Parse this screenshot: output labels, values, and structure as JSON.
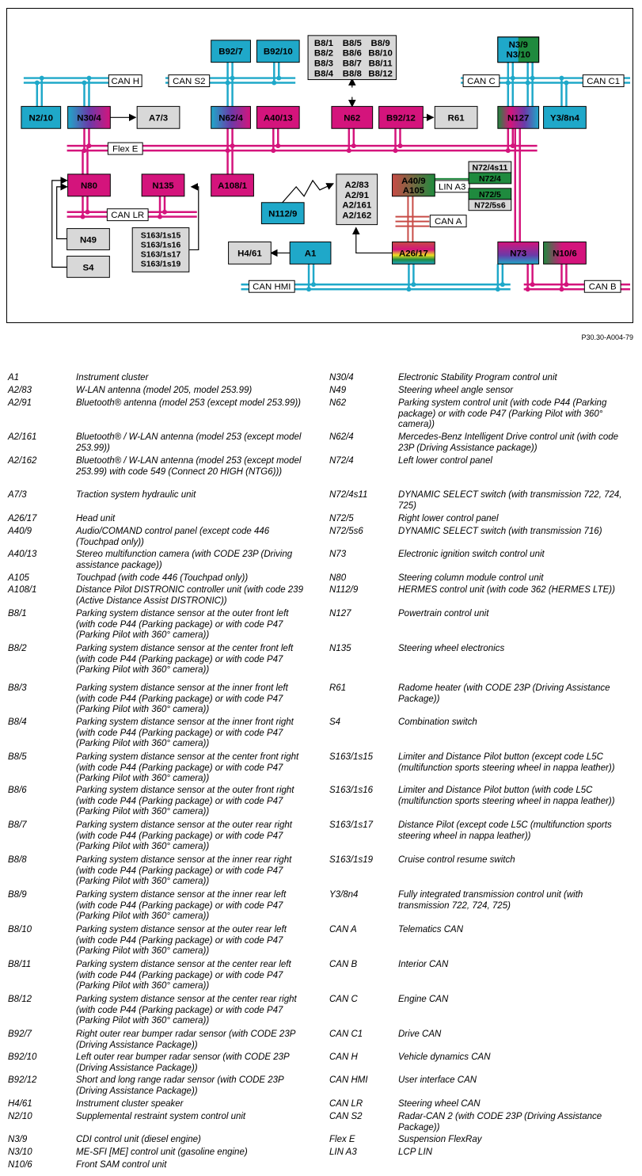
{
  "diagram": {
    "reference": "P30.30-A004-79",
    "bus_labels": {
      "can_h": "CAN H",
      "can_s2": "CAN S2",
      "can_c": "CAN C",
      "can_c1": "CAN C1",
      "flex_e": "Flex E",
      "can_lr": "CAN LR",
      "lin_a3": "LIN A3",
      "can_a": "CAN A",
      "can_hmi": "CAN HMI",
      "can_b": "CAN B"
    },
    "modules": {
      "b92_7": "B92/7",
      "b92_10": "B92/10",
      "n3_9": "N3/9",
      "n3_10": "N3/10",
      "n2_10": "N2/10",
      "n30_4": "N30/4",
      "a7_3": "A7/3",
      "n62_4": "N62/4",
      "a40_13": "A40/13",
      "n62": "N62",
      "b92_12": "B92/12",
      "r61": "R61",
      "n127": "N127",
      "y3_8n4": "Y3/8n4",
      "n80": "N80",
      "n135": "N135",
      "a108_1": "A108/1",
      "a40_9": "A40/9",
      "a105": "A105",
      "n72_4s11": "N72/4s11",
      "n72_4": "N72/4",
      "n72_5": "N72/5",
      "n72_5s6": "N72/5s6",
      "n49": "N49",
      "s4": "S4",
      "n112_9": "N112/9",
      "h4_61": "H4/61",
      "a1": "A1",
      "a26_17": "A26/17",
      "n73": "N73",
      "n10_6": "N10/6"
    },
    "b8_grid": [
      "B8/1",
      "B8/5",
      "B8/9",
      "B8/2",
      "B8/6",
      "B8/10",
      "B8/3",
      "B8/7",
      "B8/11",
      "B8/4",
      "B8/8",
      "B8/12"
    ],
    "s163_list": [
      "S163/1s15",
      "S163/1s16",
      "S163/1s17",
      "S163/1s19"
    ],
    "a2_list": [
      "A2/83",
      "A2/91",
      "A2/161",
      "A2/162"
    ],
    "colors": {
      "can_blue": "#1fa8c9",
      "flex_magenta": "#d4147c",
      "lin_green": "#1f8a3e",
      "can_red": "#c84b46",
      "grey_box": "#d8d8d8"
    }
  },
  "legend": {
    "left": [
      {
        "code": "A1",
        "desc": "Instrument cluster"
      },
      {
        "code": "A2/83",
        "desc": "W-LAN antenna (model 205, model 253.99)"
      },
      {
        "code": "A2/91",
        "desc": "Bluetooth® antenna (model 253 (except model 253.99))"
      },
      {
        "code": "A2/161",
        "desc": "Bluetooth® / W-LAN antenna (model 253 (except model 253.99))"
      },
      {
        "code": "A2/162",
        "desc": "Bluetooth® / W-LAN antenna (model 253 (except model 253.99) with code 549 (Connect 20 HIGH (NTG6)))"
      },
      {
        "code": "A7/3",
        "desc": "Traction system hydraulic unit"
      },
      {
        "code": "A26/17",
        "desc": "Head unit"
      },
      {
        "code": "A40/9",
        "desc": "Audio/COMAND control panel (except code 446 (Touchpad only))"
      },
      {
        "code": "A40/13",
        "desc": "Stereo multifunction camera (with CODE 23P (Driving assistance package))"
      },
      {
        "code": "A105",
        "desc": "Touchpad (with code 446 (Touchpad only))"
      },
      {
        "code": "A108/1",
        "desc": "Distance Pilot DISTRONIC controller unit (with code 239 (Active Distance Assist DISTRONIC))"
      },
      {
        "code": "B8/1",
        "desc": "Parking system distance sensor at the outer front left (with code P44 (Parking package) or with code P47 (Parking Pilot with 360° camera))"
      },
      {
        "code": "B8/2",
        "desc": "Parking system distance sensor at the center front left (with code P44 (Parking package) or with code P47 (Parking Pilot with 360° camera))"
      },
      {
        "code": "B8/3",
        "desc": "Parking system distance sensor at the inner front left (with code P44 (Parking package) or with code P47 (Parking Pilot with 360° camera))"
      },
      {
        "code": "B8/4",
        "desc": "Parking system distance sensor at the inner front right (with code P44 (Parking package) or with code P47 (Parking Pilot with 360° camera))"
      },
      {
        "code": "B8/5",
        "desc": "Parking system distance sensor at the center front right (with code P44 (Parking package) or with code P47 (Parking Pilot with 360° camera))"
      },
      {
        "code": "B8/6",
        "desc": "Parking system distance sensor at the outer front right (with code P44 (Parking package) or with code P47 (Parking Pilot with 360° camera))"
      },
      {
        "code": "B8/7",
        "desc": "Parking system distance sensor at the outer rear right (with code P44 (Parking package) or with code P47 (Parking Pilot with 360° camera))"
      },
      {
        "code": "B8/8",
        "desc": "Parking system distance sensor at the inner rear right (with code P44 (Parking package) or with code P47 (Parking Pilot with 360° camera))"
      },
      {
        "code": "B8/9",
        "desc": "Parking system distance sensor at the inner rear left (with code P44 (Parking package) or with code P47 (Parking Pilot with 360° camera))"
      },
      {
        "code": "B8/10",
        "desc": "Parking system distance sensor at the outer rear left (with code P44 (Parking package) or with code P47 (Parking Pilot with 360° camera))"
      },
      {
        "code": "B8/11",
        "desc": "Parking system distance sensor at the center rear left (with code P44 (Parking package) or with code P47 (Parking Pilot with 360° camera))"
      },
      {
        "code": "B8/12",
        "desc": "Parking system distance sensor at the center rear right (with code P44 (Parking package) or with code P47 (Parking Pilot with 360° camera))"
      },
      {
        "code": "B92/7",
        "desc": "Right outer rear bumper radar sensor (with CODE 23P (Driving Assistance Package))"
      },
      {
        "code": "B92/10",
        "desc": "Left outer rear bumper radar sensor (with CODE 23P (Driving Assistance Package))"
      },
      {
        "code": "B92/12",
        "desc": "Short and long range radar sensor (with CODE 23P (Driving Assistance Package))"
      },
      {
        "code": "H4/61",
        "desc": "Instrument cluster speaker"
      },
      {
        "code": "N2/10",
        "desc": "Supplemental restraint system control unit"
      },
      {
        "code": "N3/9",
        "desc": "CDI control unit (diesel engine)"
      },
      {
        "code": "N3/10",
        "desc": "ME-SFI [ME] control unit (gasoline engine)"
      },
      {
        "code": "N10/6",
        "desc": "Front SAM control unit"
      }
    ],
    "right": [
      {
        "code": "N30/4",
        "desc": "Electronic Stability Program control unit"
      },
      {
        "code": "N49",
        "desc": "Steering wheel angle sensor"
      },
      {
        "code": "N62",
        "desc": "Parking system control unit (with code P44 (Parking package) or with code P47 (Parking Pilot with 360° camera))"
      },
      {
        "code": "N62/4",
        "desc": "Mercedes-Benz Intelligent Drive control unit (with code 23P (Driving Assistance package))"
      },
      {
        "code": "N72/4",
        "desc": "Left lower control panel"
      },
      {
        "code": "N72/4s11",
        "desc": "DYNAMIC SELECT switch (with transmission 722, 724, 725)"
      },
      {
        "code": "N72/5",
        "desc": "Right lower control panel"
      },
      {
        "code": "N72/5s6",
        "desc": "DYNAMIC SELECT switch (with transmission 716)"
      },
      {
        "code": "N73",
        "desc": "Electronic ignition switch control unit"
      },
      {
        "code": "N80",
        "desc": "Steering column module control unit"
      },
      {
        "code": "N112/9",
        "desc": "HERMES control unit (with code 362 (HERMES LTE))"
      },
      {
        "code": "N127",
        "desc": "Powertrain control unit"
      },
      {
        "code": "N135",
        "desc": "Steering wheel electronics"
      },
      {
        "code": "R61",
        "desc": "Radome heater (with CODE 23P (Driving Assistance Package))"
      },
      {
        "code": "S4",
        "desc": "Combination switch"
      },
      {
        "code": "S163/1s15",
        "desc": "Limiter and Distance Pilot button (except code L5C (multifunction sports steering wheel in nappa leather))"
      },
      {
        "code": "S163/1s16",
        "desc": "Limiter and Distance Pilot button (with code L5C (multifunction sports steering wheel in nappa leather))"
      },
      {
        "code": "S163/1s17",
        "desc": "Distance Pilot (except code L5C (multifunction sports steering wheel in nappa leather))"
      },
      {
        "code": "S163/1s19",
        "desc": "Cruise control resume switch"
      },
      {
        "code": "Y3/8n4",
        "desc": "Fully integrated transmission control unit (with transmission 722, 724, 725)"
      },
      {
        "code": "CAN A",
        "desc": "Telematics CAN"
      },
      {
        "code": "CAN B",
        "desc": "Interior CAN"
      },
      {
        "code": "CAN C",
        "desc": "Engine CAN"
      },
      {
        "code": "CAN C1",
        "desc": "Drive CAN"
      },
      {
        "code": "CAN H",
        "desc": "Vehicle dynamics CAN"
      },
      {
        "code": "CAN HMI",
        "desc": "User interface CAN"
      },
      {
        "code": "CAN LR",
        "desc": "Steering wheel CAN"
      },
      {
        "code": "CAN S2",
        "desc": "Radar-CAN 2 (with CODE 23P (Driving Assistance Package))"
      },
      {
        "code": "Flex E",
        "desc": "Suspension FlexRay"
      },
      {
        "code": "LIN A3",
        "desc": "LCP LIN"
      }
    ]
  }
}
